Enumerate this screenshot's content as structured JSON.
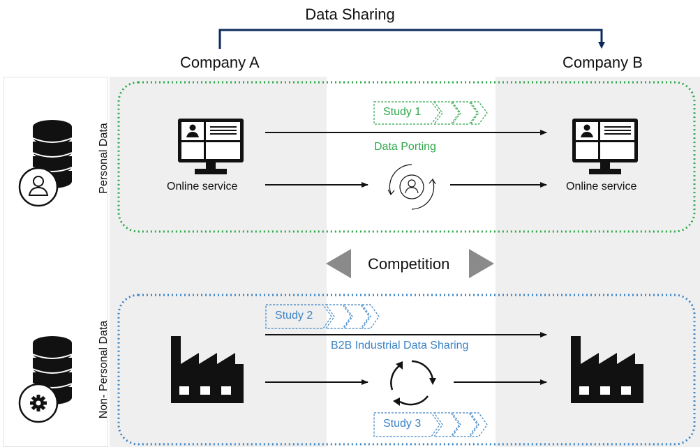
{
  "header": {
    "title": "Data Sharing",
    "company_a": "Company A",
    "company_b": "Company B"
  },
  "rows": {
    "personal": {
      "label": "Personal Data",
      "left_service": "Online service",
      "right_service": "Online service",
      "study": "Study 1",
      "process": "Data Porting"
    },
    "non_personal": {
      "label": "Non- Personal Data",
      "study_top": "Study 2",
      "study_bottom": "Study 3",
      "process": "B2B Industrial Data Sharing"
    }
  },
  "middle": {
    "competition": "Competition"
  },
  "colors": {
    "green": "#2ea84a",
    "blue": "#3b83c4",
    "navy": "#0d2a5c",
    "panel_gray": "#efefef",
    "bar_gray": "#8a8a8a"
  },
  "icons": [
    "database-person-icon",
    "database-gear-icon",
    "computer-profile-icon",
    "person-cycle-icon",
    "factory-icon",
    "cycle-arrows-icon",
    "chevron-right-icon"
  ]
}
